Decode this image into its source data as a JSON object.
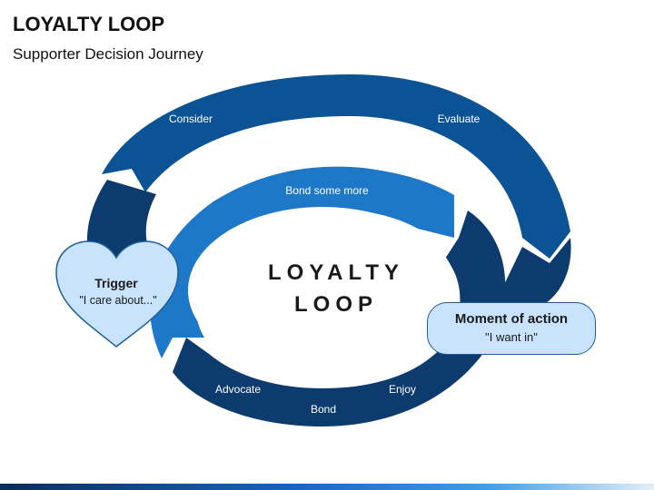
{
  "header": {
    "title": "LOYALTY LOOP",
    "subtitle": "Supporter Decision Journey"
  },
  "center": {
    "line1": "LOYALTY",
    "line2": "LOOP"
  },
  "outer_arrow": {
    "color": "#0b5394",
    "labels": {
      "consider": "Consider",
      "evaluate": "Evaluate"
    }
  },
  "inner_arrow": {
    "color": "#1e78c8",
    "labels": {
      "bond_more": "Bond some more"
    }
  },
  "bottom_arrow": {
    "color": "#0d3b6e",
    "labels": {
      "advocate": "Advocate",
      "bond": "Bond",
      "enjoy": "Enjoy"
    }
  },
  "trigger": {
    "title": "Trigger",
    "subtitle": "\"I care about...\""
  },
  "moment": {
    "title": "Moment of action",
    "subtitle": "\"I want in\""
  }
}
